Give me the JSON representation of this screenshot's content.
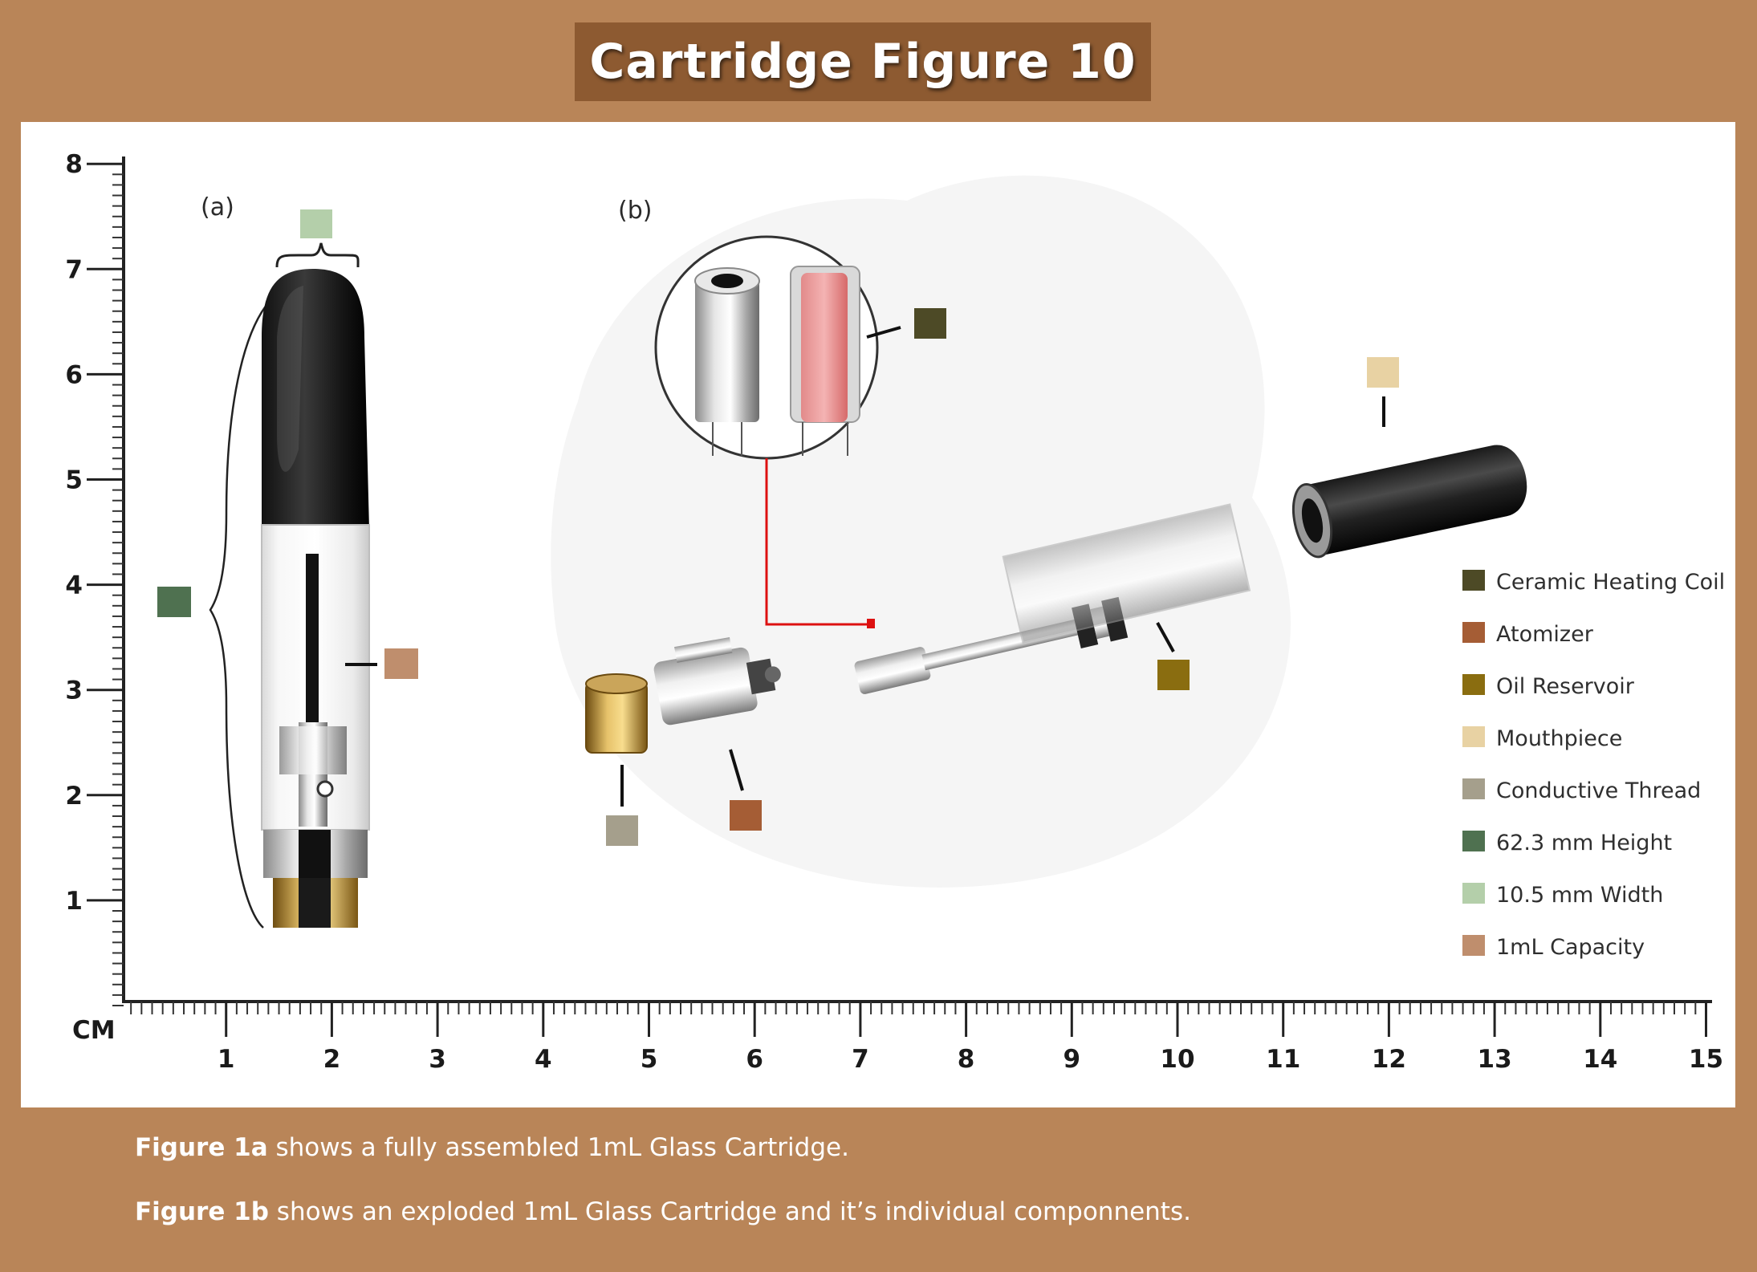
{
  "title": "Cartridge Figure 10",
  "figure_labels": {
    "a": "(a)",
    "b": "(b)"
  },
  "axis": {
    "unit": "CM",
    "y_ticks": [
      "1",
      "2",
      "3",
      "4",
      "5",
      "6",
      "7",
      "8"
    ],
    "x_ticks": [
      "1",
      "2",
      "3",
      "4",
      "5",
      "6",
      "7",
      "8",
      "9",
      "10",
      "11",
      "12",
      "13",
      "14",
      "15"
    ]
  },
  "legend": [
    {
      "label": "Ceramic Heating Coil",
      "color": "#4d4a26"
    },
    {
      "label": "Atomizer",
      "color": "#a55d35"
    },
    {
      "label": "Oil Reservoir",
      "color": "#8a6d10"
    },
    {
      "label": "Mouthpiece",
      "color": "#e8d2a3"
    },
    {
      "label": "Conductive Thread",
      "color": "#a59f8c"
    },
    {
      "label": "62.3 mm Height",
      "color": "#4f7150"
    },
    {
      "label": "10.5 mm Width",
      "color": "#b4cfaa"
    },
    {
      "label": "1mL  Capacity",
      "color": "#bf8e6d"
    }
  ],
  "captions": [
    {
      "bold": "Figure 1a",
      "text": " shows a fully assembled 1mL Glass Cartridge."
    },
    {
      "bold": "Figure 1b",
      "text": " shows an exploded 1mL Glass Cartridge and it’s individual componnents."
    }
  ]
}
